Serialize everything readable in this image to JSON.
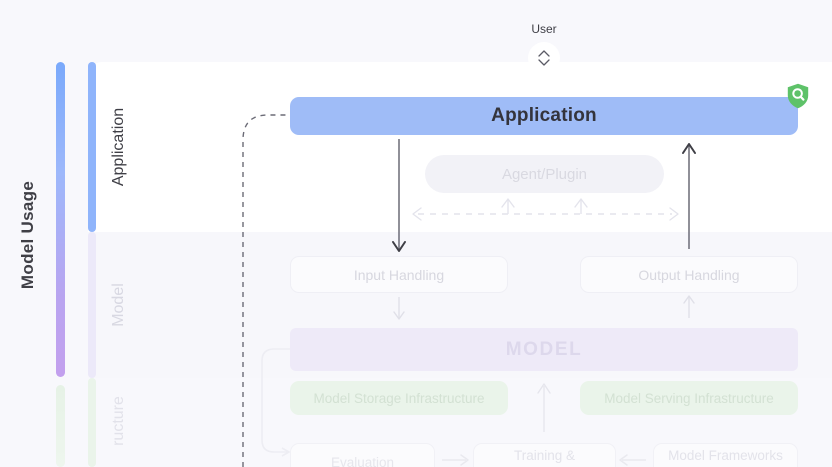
{
  "diagram": {
    "axis_label": "Model Usage",
    "sections": [
      {
        "id": "application",
        "label": "Application"
      },
      {
        "id": "model",
        "label": "Model"
      },
      {
        "id": "infrastructure",
        "label": "ructure"
      }
    ],
    "actor": {
      "label": "User",
      "icon": "chevron-up-down-icon"
    },
    "badge": {
      "icon": "shield-search-icon",
      "color": "#5ec269"
    },
    "nodes": {
      "application": "Application",
      "agent_plugin": "Agent/Plugin",
      "input_handling": "Input Handling",
      "output_handling": "Output Handling",
      "model": "MODEL",
      "model_storage": "Model Storage Infrastructure",
      "model_serving": "Model Serving Infrastructure",
      "evaluation": "Evaluation",
      "training": "Training &",
      "model_frameworks": "Model Frameworks"
    },
    "colors": {
      "application_bar": "#9fbcf7",
      "model_bar": "#eeeaf8",
      "infrastructure_box": "#eaf4ea",
      "spine_top": "#7aa9fb",
      "spine_bottom": "#c3a0ee",
      "page_background": "#f8f8fc"
    }
  }
}
